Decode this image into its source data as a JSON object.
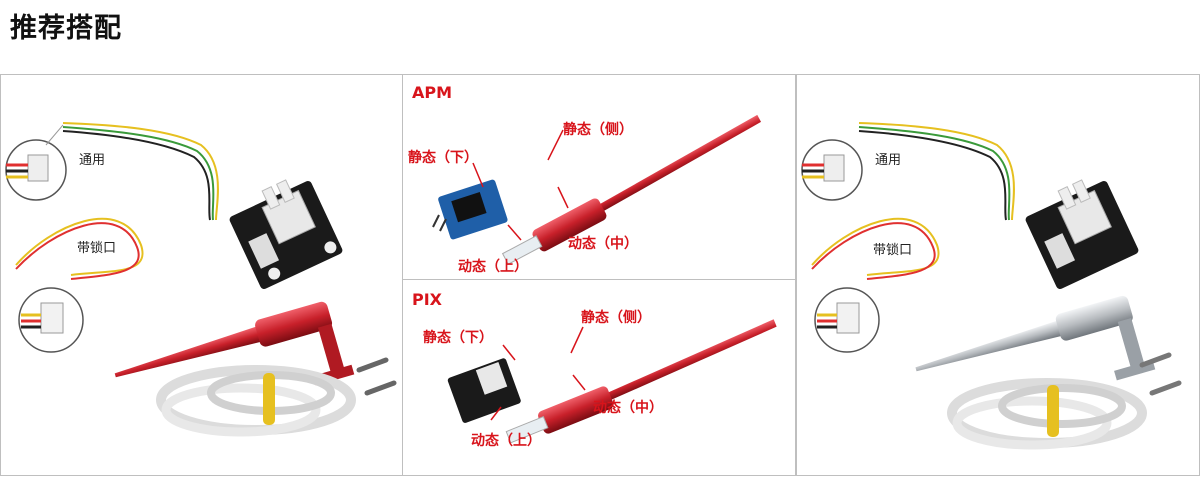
{
  "title": "推荐搭配",
  "left_panel": {
    "label_general": "通用",
    "label_lock": "带锁口"
  },
  "middle_panel": {
    "apm": {
      "section": "APM",
      "static_side": "静态（侧）",
      "static_bottom": "静态（下）",
      "dynamic_mid": "动态（中）",
      "dynamic_top": "动态（上）"
    },
    "pix": {
      "section": "PIX",
      "static_side": "静态（侧）",
      "static_bottom": "静态（下）",
      "dynamic_mid": "动态（中）",
      "dynamic_top": "动态（上）"
    }
  },
  "right_panel": {
    "label_general": "通用",
    "label_lock": "带锁口"
  },
  "colors": {
    "accent_red": "#d8141b",
    "tube_red": "#c8202a",
    "tube_silver": "#c8ccd0",
    "border": "#bfbfbf"
  }
}
